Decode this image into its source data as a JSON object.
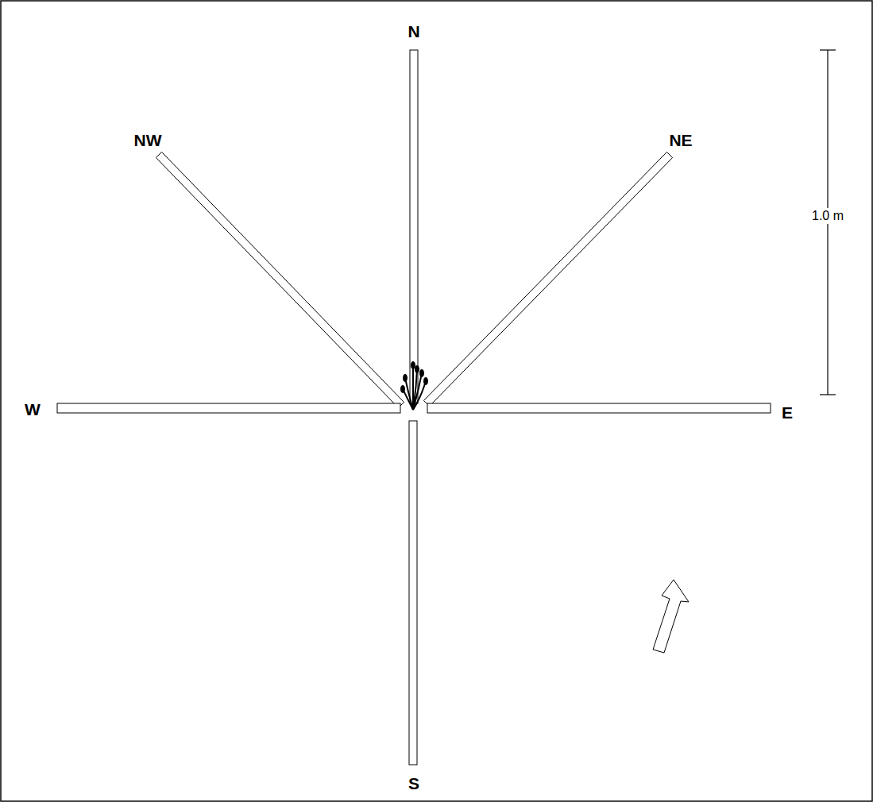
{
  "diagram": {
    "labels": [
      "N",
      "NW",
      "NE",
      "W",
      "E",
      "S",
      "1.0 m"
    ]
  }
}
